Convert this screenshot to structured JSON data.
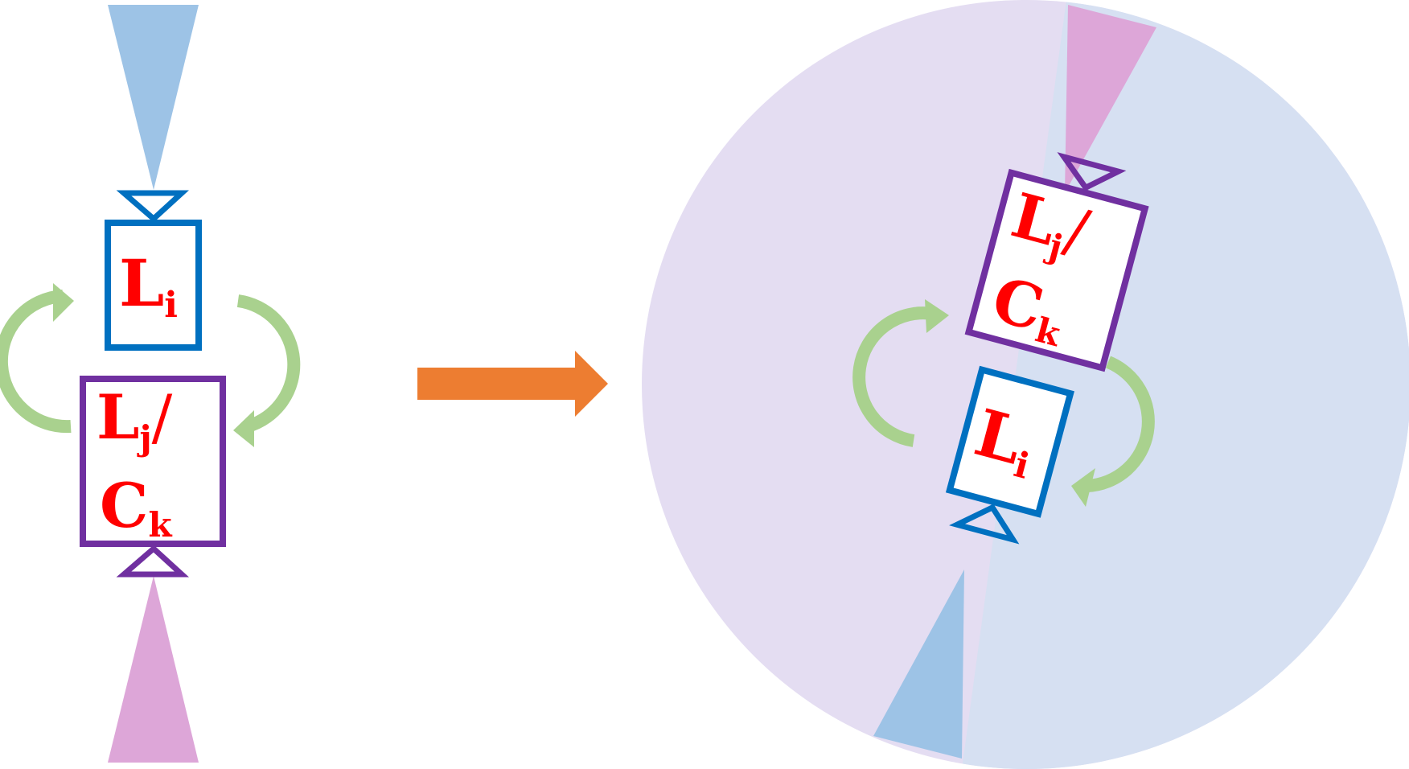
{
  "colors": {
    "blue": "#0070c0",
    "purple": "#7030a0",
    "label_red": "#ff0000",
    "green": "#a9d18e",
    "orange": "#ed7d31",
    "light_blue_cone": "#9dc3e6",
    "pink_cone": "#dda6d8",
    "disc_lavender": "#e4ddf2",
    "disc_blue": "#d6e0f2"
  },
  "left": {
    "top_box": {
      "letter": "L",
      "sub": "i"
    },
    "bottom_box": {
      "letter1": "L",
      "sub1": "j",
      "slash": "/",
      "letter2": "C",
      "sub2": "k"
    }
  },
  "right": {
    "top_box": {
      "letter1": "L",
      "sub1": "j",
      "slash": "/",
      "letter2": "C",
      "sub2": "k"
    },
    "bottom_box": {
      "letter": "L",
      "sub": "i"
    }
  },
  "icons": {
    "transition_arrow": "arrow-right-icon",
    "rotation_arrows": "circular-arrow-icon"
  }
}
